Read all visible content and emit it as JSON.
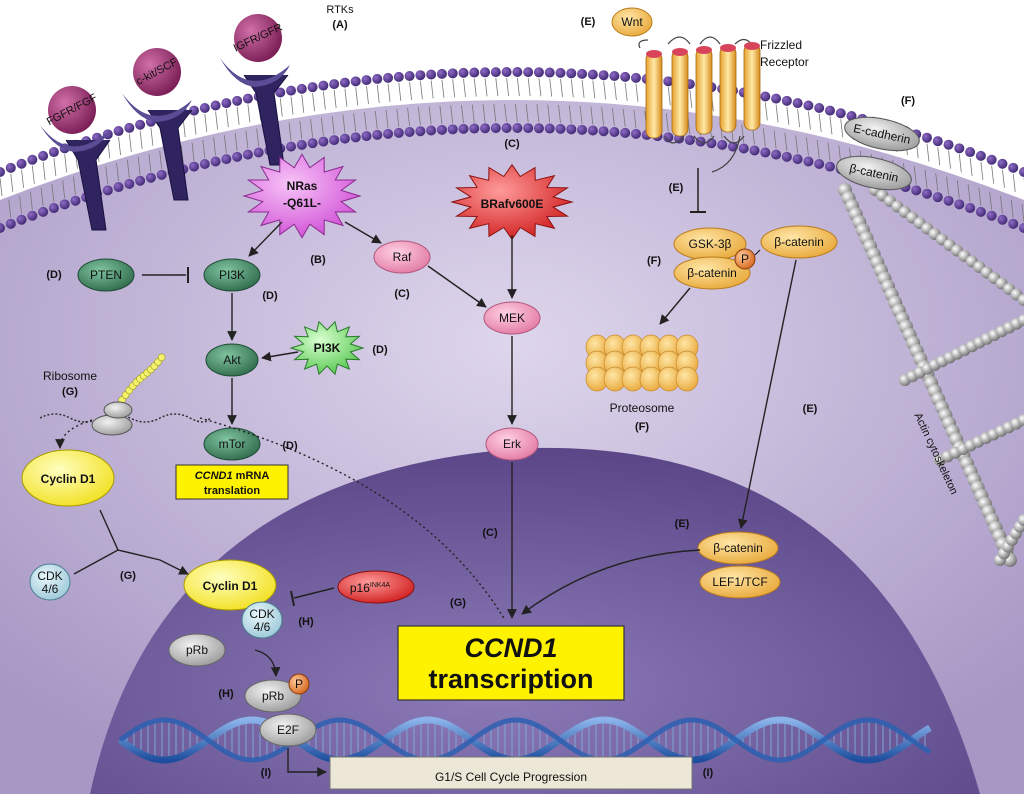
{
  "labels": {
    "rtks": "RTKs",
    "rtks_tag": "(A)",
    "fgfr": "FGFR/FGF",
    "ckit": "c-kit/SCF",
    "igfr": "IGFR/GFR",
    "wnt": "Wnt",
    "wnt_tag": "(E)",
    "frizzled_1": "Frizzled",
    "frizzled_2": "Receptor",
    "ecad_tag": "(F)",
    "ecadherin": "E-cadherin",
    "bcat_membrane": "β-catenin",
    "nras_1": "NRas",
    "nras_2": "-Q61L-",
    "nras_tag": "(B)",
    "braf": "BRafv600E",
    "braf_tag": "(C)",
    "e_tag_inhib": "(E)",
    "pten": "PTEN",
    "pten_tag": "(D)",
    "pi3k": "PI3K",
    "pi3k_tag": "(D)",
    "raf": "Raf",
    "raf_tag": "(C)",
    "mek": "MEK",
    "gsk": "GSK-3β",
    "bcat_complex": "β-catenin",
    "gsk_tag": "(F)",
    "phos": "P",
    "bcat_free": "β-catenin",
    "akt": "Akt",
    "pi3k_mut": "PI3K",
    "pi3k_mut_tag": "(D)",
    "ribosome": "Ribosome",
    "ribosome_tag": "(G)",
    "proteosome": "Proteosome",
    "proteosome_tag": "(F)",
    "e_tag_mid": "(E)",
    "erk": "Erk",
    "mtor": "mTor",
    "mtor_tag": "(D)",
    "ccnd1_box_1": "CCND1",
    "ccnd1_box_1b": " mRNA",
    "ccnd1_box_2": "translation",
    "cyclin_d1": "Cyclin D1",
    "actin": "Actin cytoskeleton",
    "erk_tag": "(C)",
    "bcat_nuc_tag": "(E)",
    "bcat_nuc": "β-catenin",
    "lef": "LEF1/TCF",
    "cdk_1": "CDK",
    "cdk_2": "4/6",
    "g_tag": "(G)",
    "cyclin_nuc": "Cyclin D1",
    "cdk_nuc_1": "CDK",
    "cdk_nuc_2": "4/6",
    "p16": "p16",
    "p16_sup": "INK4A",
    "h_tag": "(H)",
    "g_tag2": "(G)",
    "transcription_1": "CCND1",
    "transcription_2": "transcription",
    "prb": "pRb",
    "h_tag2": "(H)",
    "prb_p": "pRb",
    "phos2": "P",
    "e2f": "E2F",
    "i_tag_left": "(I)",
    "g1s": "G1/S Cell Cycle Progression",
    "i_tag_right": "(I)"
  },
  "colors": {
    "cytoplasm": "#c9bfdc",
    "nucleus": "#6f5b9c",
    "membrane_head": "#5a3f91",
    "green_node": "#4f8f6e",
    "pink_node": "#ef8fb3",
    "orange_node": "#f6c25a",
    "yellow_box": "#fff200",
    "yellow_oval": "#fff45a",
    "red_burst": "#e53a3a",
    "magenta_burst": "#d95fe0",
    "green_burst": "#7fe07a"
  }
}
